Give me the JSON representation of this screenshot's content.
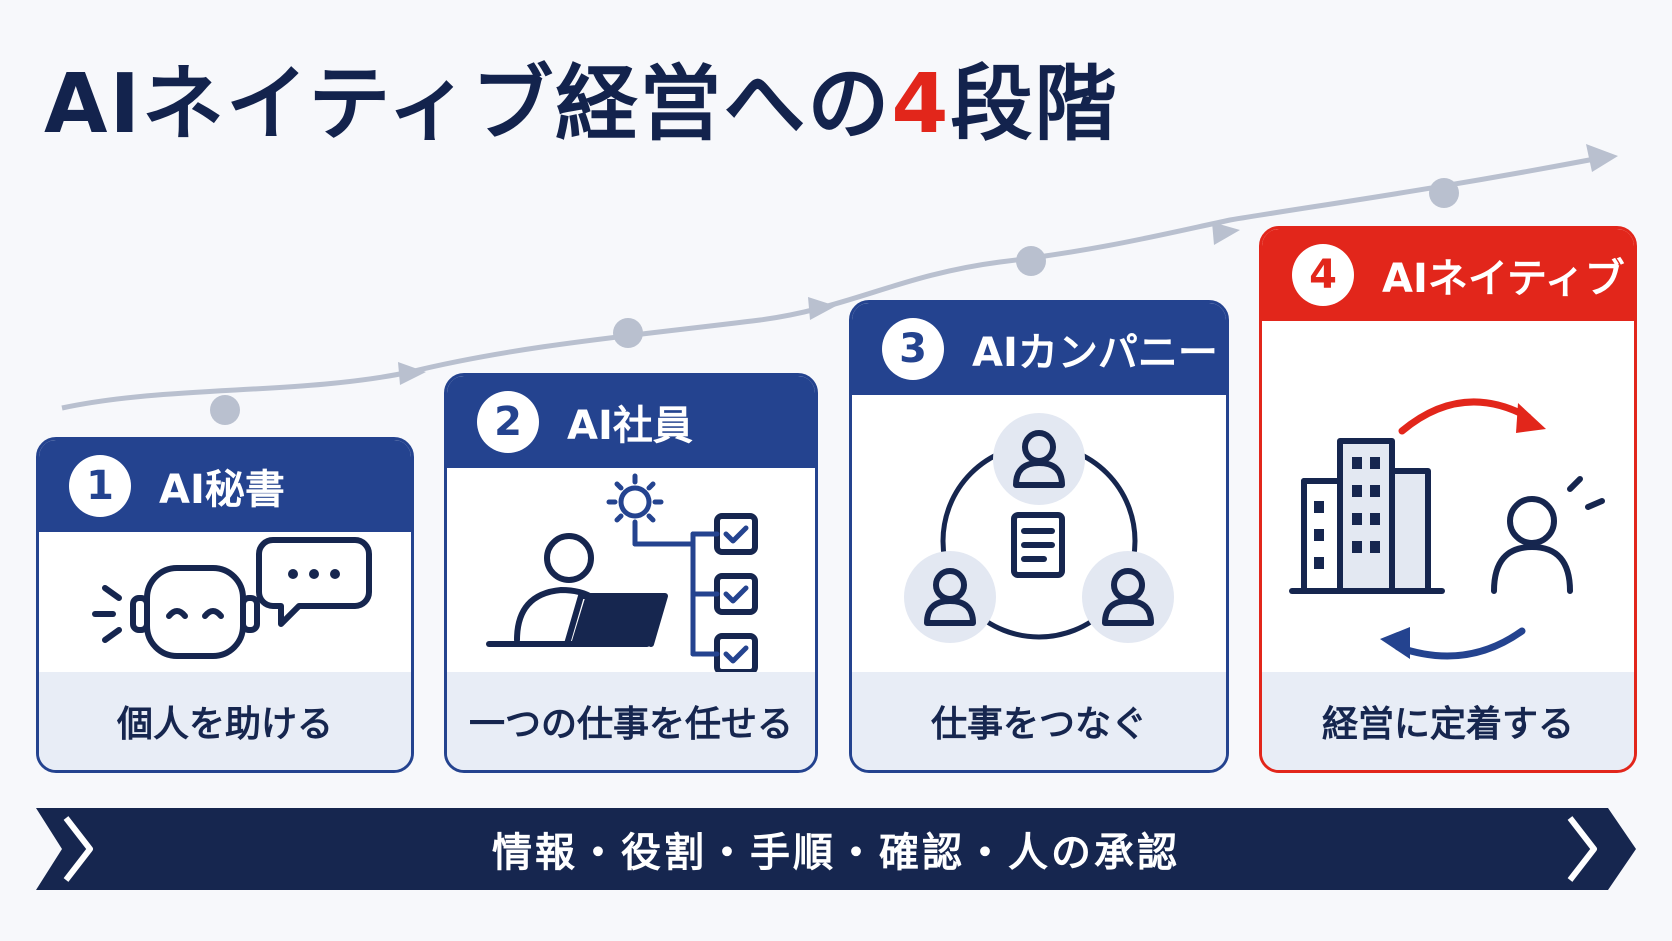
{
  "title": {
    "main": "AIネイティブ経営への",
    "accent": "4",
    "suffix": "段階"
  },
  "stages": [
    {
      "num": "1",
      "name": "AI秘書",
      "desc": "個人を助ける",
      "icon": "robot-chat-icon"
    },
    {
      "num": "2",
      "name": "AI社員",
      "desc": "一つの仕事を任せる",
      "icon": "worker-tasks-icon"
    },
    {
      "num": "3",
      "name": "AIカンパニー",
      "desc": "仕事をつなぐ",
      "icon": "team-network-icon"
    },
    {
      "num": "4",
      "name": "AIネイティブ",
      "desc": "経営に定着する",
      "icon": "company-cycle-icon"
    }
  ],
  "banner": {
    "text": "情報・役割・手順・確認・人の承認"
  },
  "colors": {
    "navy": "#24438f",
    "dark": "#13234d",
    "red": "#e2261b",
    "path": "#b9c0cf"
  }
}
